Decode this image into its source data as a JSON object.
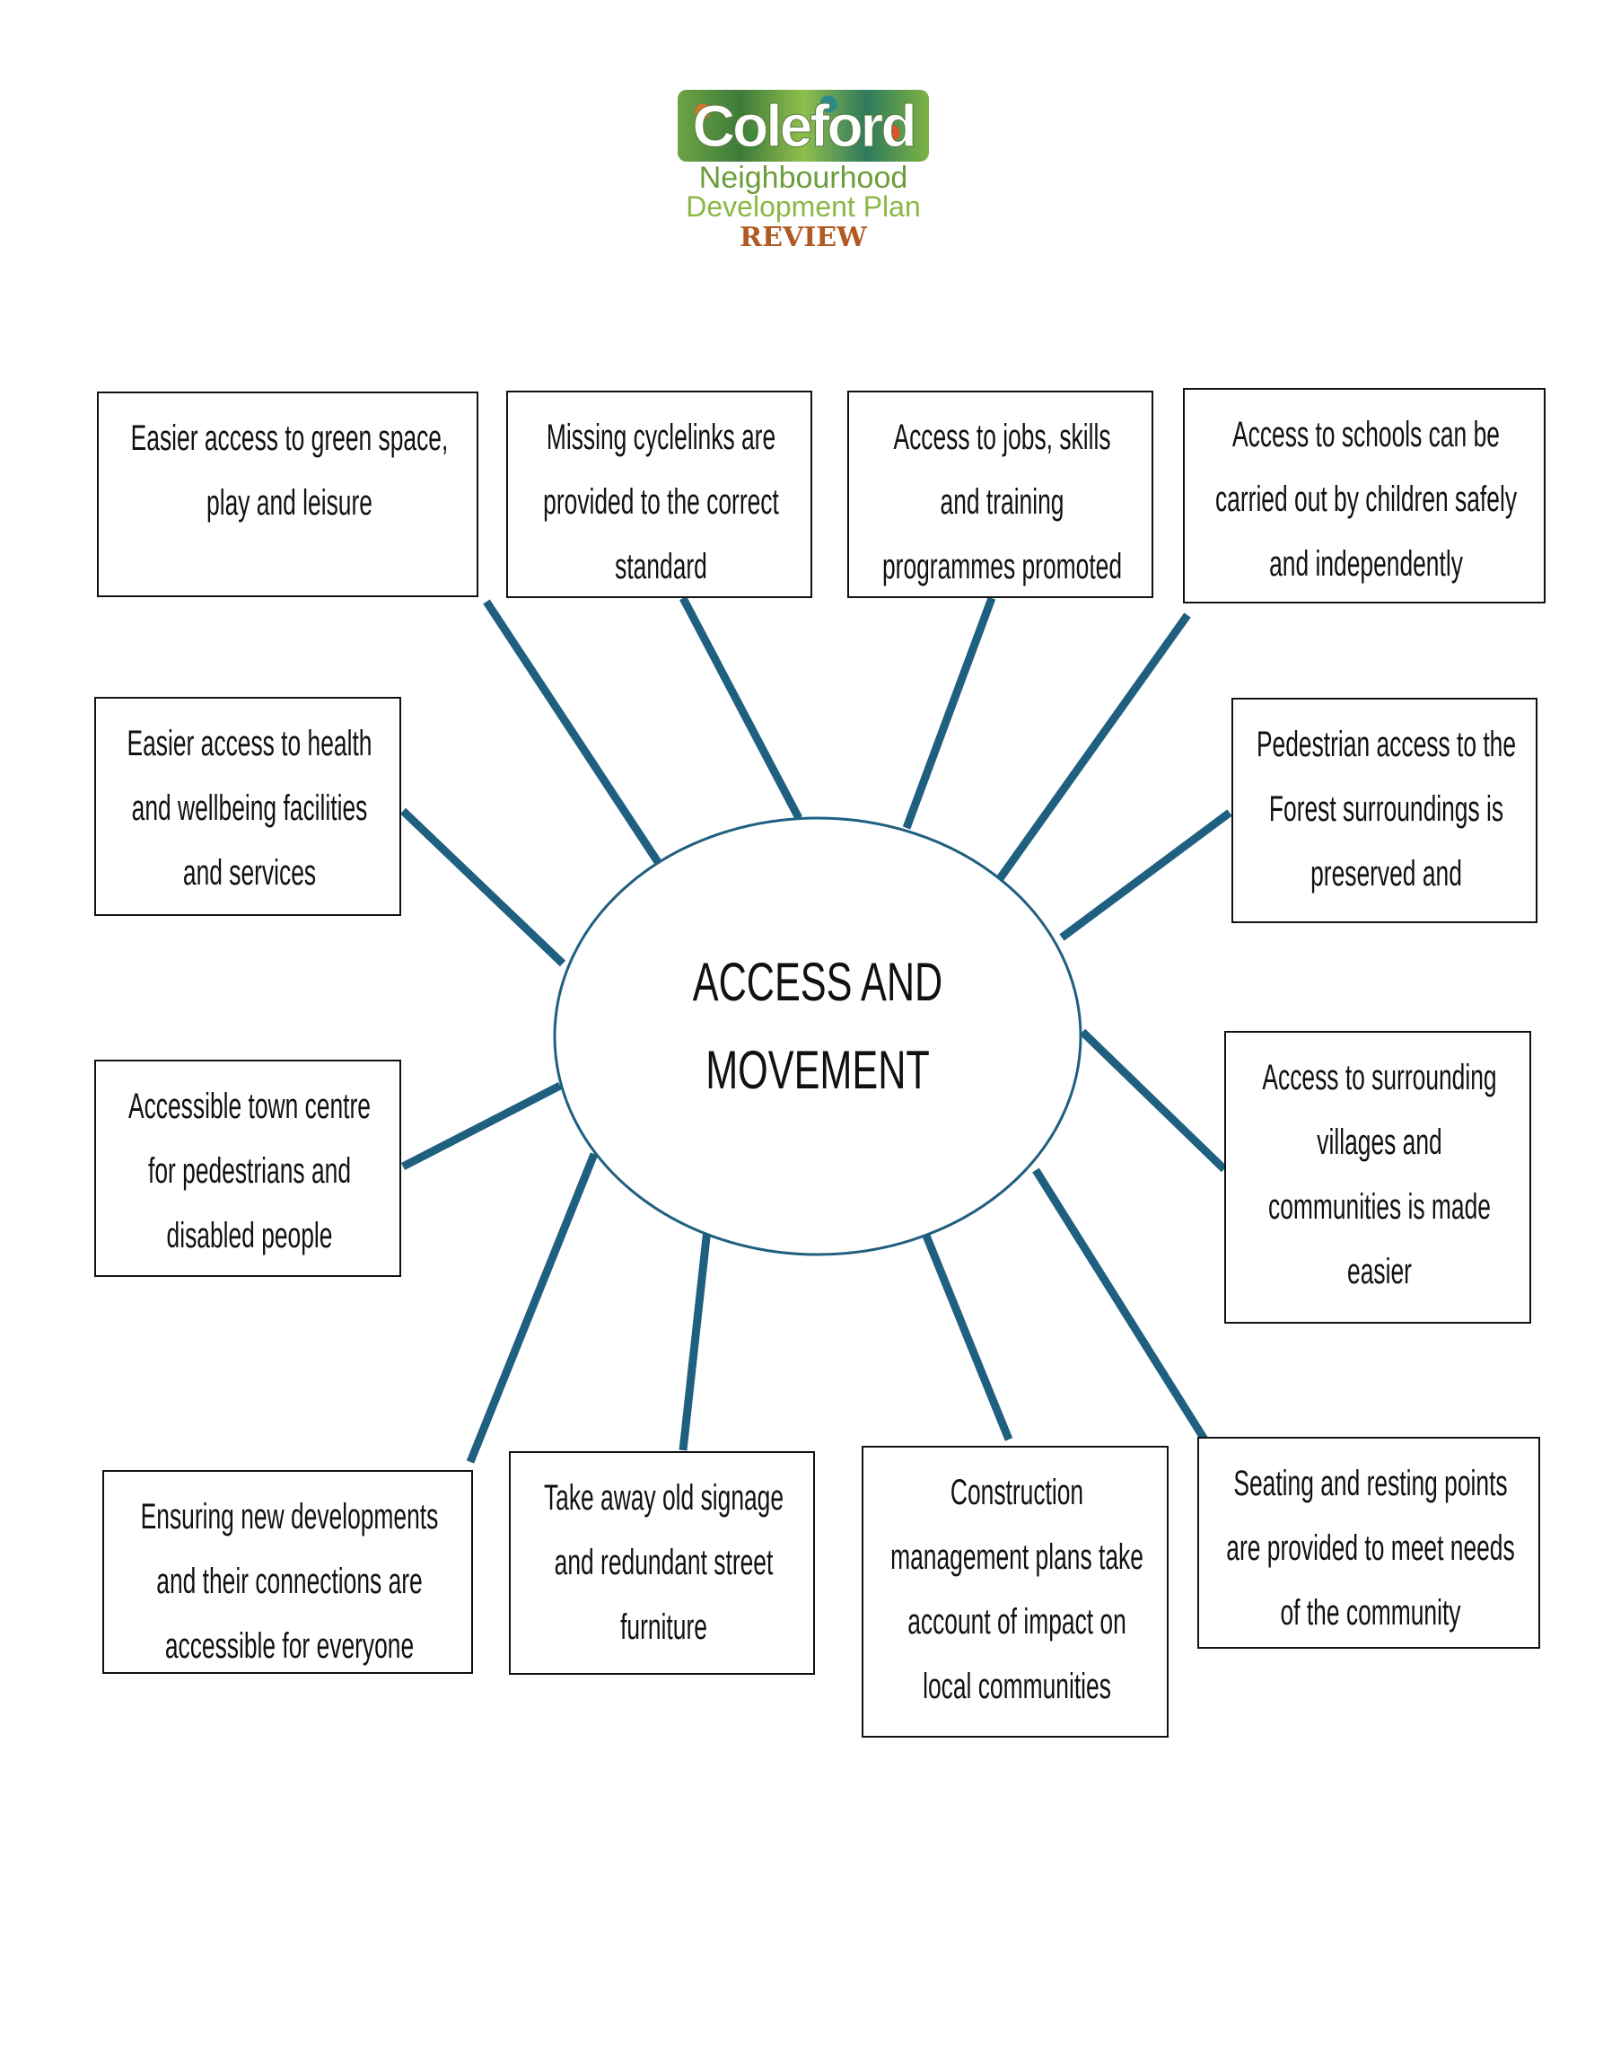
{
  "logo": {
    "title": "Coleford",
    "subtitle_line1": "Neighbourhood",
    "subtitle_line2": "Development Plan",
    "badge": "REVIEW"
  },
  "diagram": {
    "center": [
      "ACCESS AND",
      "MOVEMENT"
    ],
    "line_color": "#1f5f80",
    "nodes": [
      {
        "id": "green-space",
        "lines": [
          "Easier access to green space,",
          "play and leisure"
        ]
      },
      {
        "id": "cyclelinks",
        "lines": [
          "Missing cyclelinks are",
          "provided to the correct",
          "standard"
        ]
      },
      {
        "id": "jobs",
        "lines": [
          "Access to jobs, skills",
          "and training",
          "programmes promoted"
        ]
      },
      {
        "id": "schools",
        "lines": [
          "Access to schools can be",
          "carried out by children safely",
          "and independently"
        ]
      },
      {
        "id": "health",
        "lines": [
          "Easier access to health",
          "and wellbeing facilities",
          "and services"
        ]
      },
      {
        "id": "forest",
        "lines": [
          "Pedestrian access to the",
          "Forest surroundings is",
          "preserved and"
        ]
      },
      {
        "id": "town-centre",
        "lines": [
          "Accessible town centre",
          "for pedestrians and",
          "disabled people"
        ]
      },
      {
        "id": "villages",
        "lines": [
          "Access to surrounding",
          "villages and",
          "communities is made",
          "easier"
        ]
      },
      {
        "id": "new-developments",
        "lines": [
          "Ensuring new developments",
          "and their connections are",
          "accessible for everyone"
        ]
      },
      {
        "id": "signage",
        "lines": [
          "Take away old signage",
          "and redundant street",
          "furniture"
        ]
      },
      {
        "id": "construction",
        "lines": [
          "Construction",
          "management plans take",
          "account of impact on",
          "local communities"
        ]
      },
      {
        "id": "seating",
        "lines": [
          "Seating and resting points",
          "are provided to meet needs",
          "of the community"
        ]
      }
    ]
  }
}
